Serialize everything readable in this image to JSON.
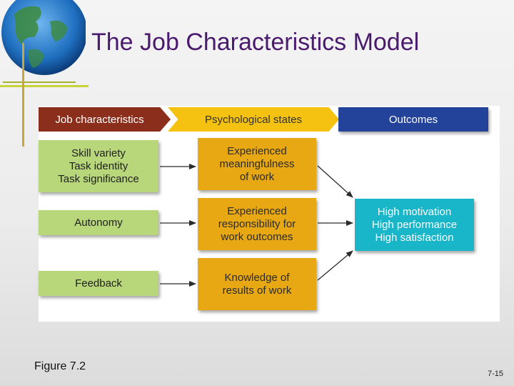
{
  "slide": {
    "title": "The Job Characteristics Model",
    "figure_label": "Figure 7.2",
    "page_number": "7-15"
  },
  "diagram": {
    "headers": {
      "job_characteristics": "Job characteristics",
      "psychological_states": "Psychological states",
      "outcomes": "Outcomes"
    },
    "characteristics": [
      "Skill variety\nTask identity\nTask significance",
      "Autonomy",
      "Feedback"
    ],
    "states": [
      "Experienced\nmeaningfulness\nof work",
      "Experienced\nresponsibility for\nwork outcomes",
      "Knowledge of\nresults of work"
    ],
    "outcomes": "High motivation\nHigh performance\nHigh satisfaction"
  },
  "colors": {
    "header_job": "#8b2f1c",
    "header_psychological": "#f5c211",
    "header_outcomes": "#23439a",
    "characteristic_box": "#b8d67a",
    "state_box": "#e8a814",
    "outcome_box": "#19b5c9",
    "title": "#4a1a6e"
  }
}
